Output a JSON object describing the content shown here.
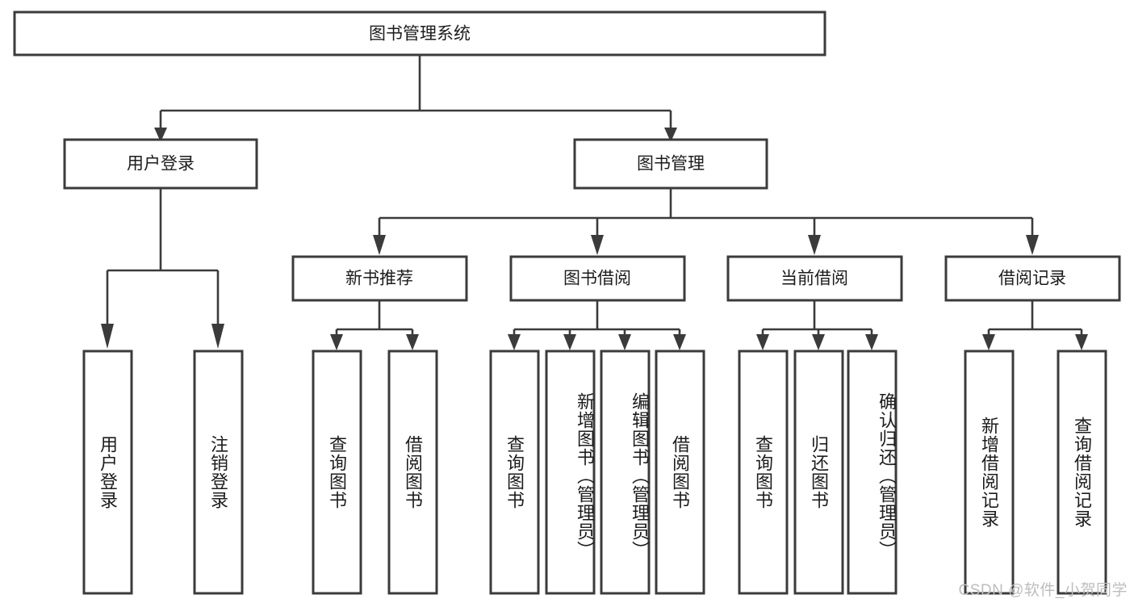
{
  "diagram": {
    "type": "tree",
    "title": "图书管理系统",
    "orientation": "top-down",
    "colors": {
      "box_stroke": "#3b3b3b",
      "box_fill": "#ffffff",
      "connector": "#3b3b3b",
      "text": "#1c1c1c",
      "watermark": "#bdbdbd",
      "background": "#ffffff"
    },
    "root": {
      "label": "图书管理系统"
    },
    "level2": [
      {
        "label": "用户登录"
      },
      {
        "label": "图书管理"
      }
    ],
    "level3": [
      {
        "label": "新书推荐"
      },
      {
        "label": "图书借阅"
      },
      {
        "label": "当前借阅"
      },
      {
        "label": "借阅记录"
      }
    ],
    "leaves": {
      "user_login": [
        {
          "label": "用户登录"
        },
        {
          "label": "注销登录"
        }
      ],
      "new_book_recommend": [
        {
          "label": "查询图书"
        },
        {
          "label": "借阅图书"
        }
      ],
      "book_borrow": [
        {
          "label": "查询图书"
        },
        {
          "label": "新增图书（管理员）"
        },
        {
          "label": "编辑图书（管理员）"
        },
        {
          "label": "借阅图书"
        }
      ],
      "current_borrow": [
        {
          "label": "查询图书"
        },
        {
          "label": "归还图书"
        },
        {
          "label": "确认归还（管理员）"
        }
      ],
      "borrow_record": [
        {
          "label": "新增借阅记录"
        },
        {
          "label": "查询借阅记录"
        }
      ]
    }
  },
  "watermark": {
    "text": "CSDN @软件_小贺同学"
  }
}
